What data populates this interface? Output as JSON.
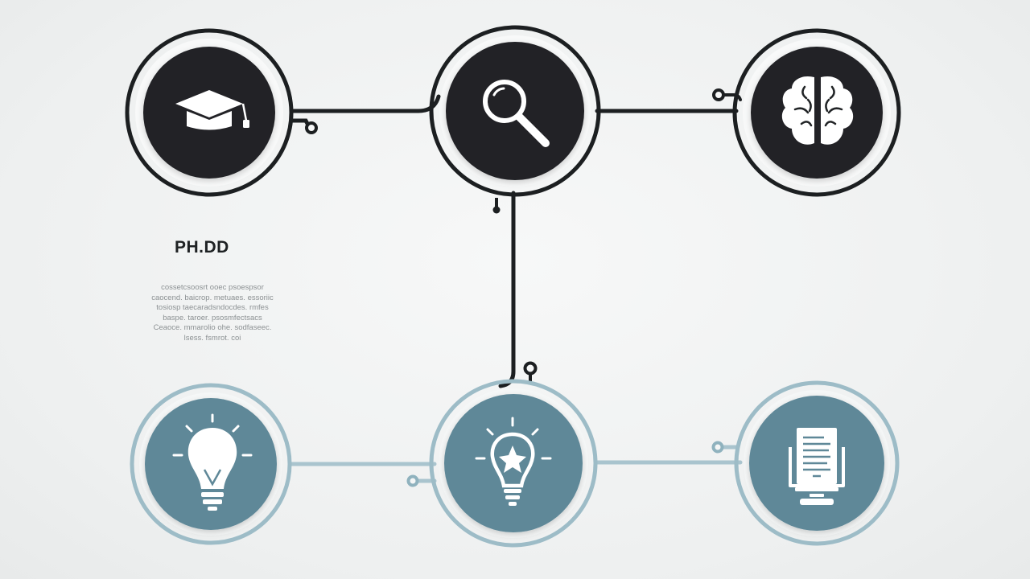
{
  "diagram": {
    "title": "PH.DD",
    "description_lines": [
      "cossetcsoosrt ooec psoespsor",
      "caocend. baicrop. metuaes. essoriic",
      "tosiosp taecaradsndocdes. rmfes",
      "baspe. taroer. psosmfectsacs",
      "Ceaoce. mmarolio ohe. sodfaseec.",
      "lsess. fsmrot. coi"
    ],
    "nodes_top": [
      {
        "icon": "graduation-cap-icon"
      },
      {
        "icon": "magnifying-glass-icon"
      },
      {
        "icon": "brain-icon"
      }
    ],
    "nodes_bottom": [
      {
        "icon": "lightbulb-icon"
      },
      {
        "icon": "lightbulb-star-icon"
      },
      {
        "icon": "document-stand-icon"
      }
    ],
    "colors": {
      "background": "#f0f2f2",
      "dark_node": "#212426",
      "dark_line": "#1c1f21",
      "teal_node": "#5f8898",
      "teal_ring": "#9dbcc7",
      "teal_line": "#a9c4ce",
      "icon": "#ffffff"
    }
  }
}
